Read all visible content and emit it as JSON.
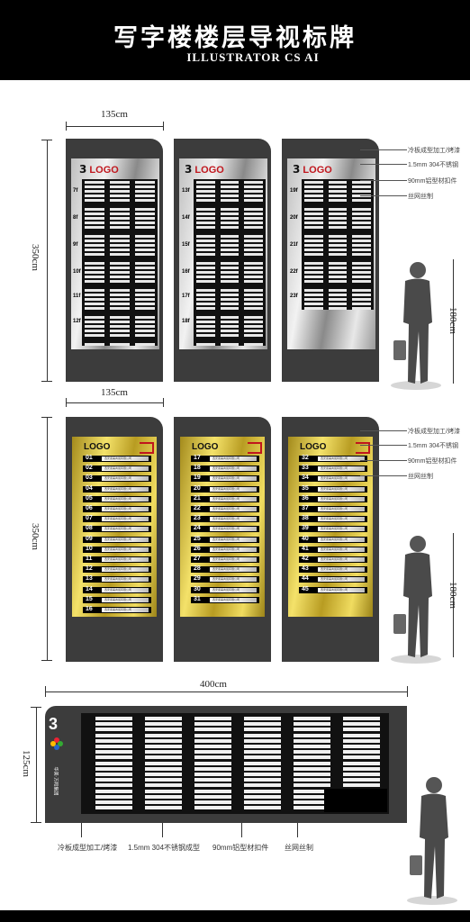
{
  "header": {
    "title": "写字楼楼层导视标牌",
    "subtitle": "ILLUSTRATOR CS  AI"
  },
  "dimensions": {
    "width_top": "135cm",
    "height_top": "350cm",
    "width_mid": "135cm",
    "height_mid": "350cm",
    "person_height_top": "180cm",
    "person_height_mid": "180cm",
    "width_bottom": "400cm",
    "height_bottom": "125cm"
  },
  "silver_panels": [
    {
      "logo_num": "3",
      "logo_text": "LOGO",
      "floors": [
        "7f",
        "8f",
        "9f",
        "10f",
        "11f",
        "12f"
      ]
    },
    {
      "logo_num": "3",
      "logo_text": "LOGO",
      "floors": [
        "13f",
        "14f",
        "15f",
        "16f",
        "17f",
        "18f"
      ]
    },
    {
      "logo_num": "3",
      "logo_text": "LOGO",
      "floors": [
        "19f",
        "20f",
        "21f",
        "22f",
        "23f"
      ]
    }
  ],
  "gold_panels": [
    {
      "logo_text": "LOGO",
      "numbers": [
        "01",
        "02",
        "03",
        "04",
        "05",
        "06",
        "07",
        "08",
        "09",
        "10",
        "11",
        "12",
        "13",
        "14",
        "15",
        "16"
      ]
    },
    {
      "logo_text": "LOGO",
      "numbers": [
        "17",
        "18",
        "19",
        "20",
        "21",
        "22",
        "23",
        "24",
        "25",
        "26",
        "27",
        "28",
        "29",
        "30",
        "31"
      ]
    },
    {
      "logo_text": "LOGO",
      "numbers": [
        "32",
        "33",
        "34",
        "35",
        "36",
        "37",
        "38",
        "39",
        "40",
        "41",
        "42",
        "43",
        "44",
        "45"
      ]
    }
  ],
  "company_placeholder": "西安康美商贸有限公司",
  "notes_top": [
    "冷板成型加工/烤漆",
    "1.5mm 304不锈钢",
    "90mm铝型材扣件",
    "丝网丝制"
  ],
  "notes_mid": [
    "冷板成型加工/烤漆",
    "1.5mm 304不锈钢",
    "90mm铝型材扣件",
    "丝网丝制"
  ],
  "notes_bottom": [
    "冷板成型加工/烤漆",
    "1.5mm 304不锈钢成型",
    "90mm铝型材扣件",
    "丝网丝制"
  ],
  "wide_sign": {
    "logo_num": "3",
    "side_text": "华美·万和集团"
  },
  "colors": {
    "dark_panel": "#3c3c3c",
    "logo_red": "#c0161d",
    "gold": "#e6cf4c",
    "silver": "#d9d9d9"
  }
}
